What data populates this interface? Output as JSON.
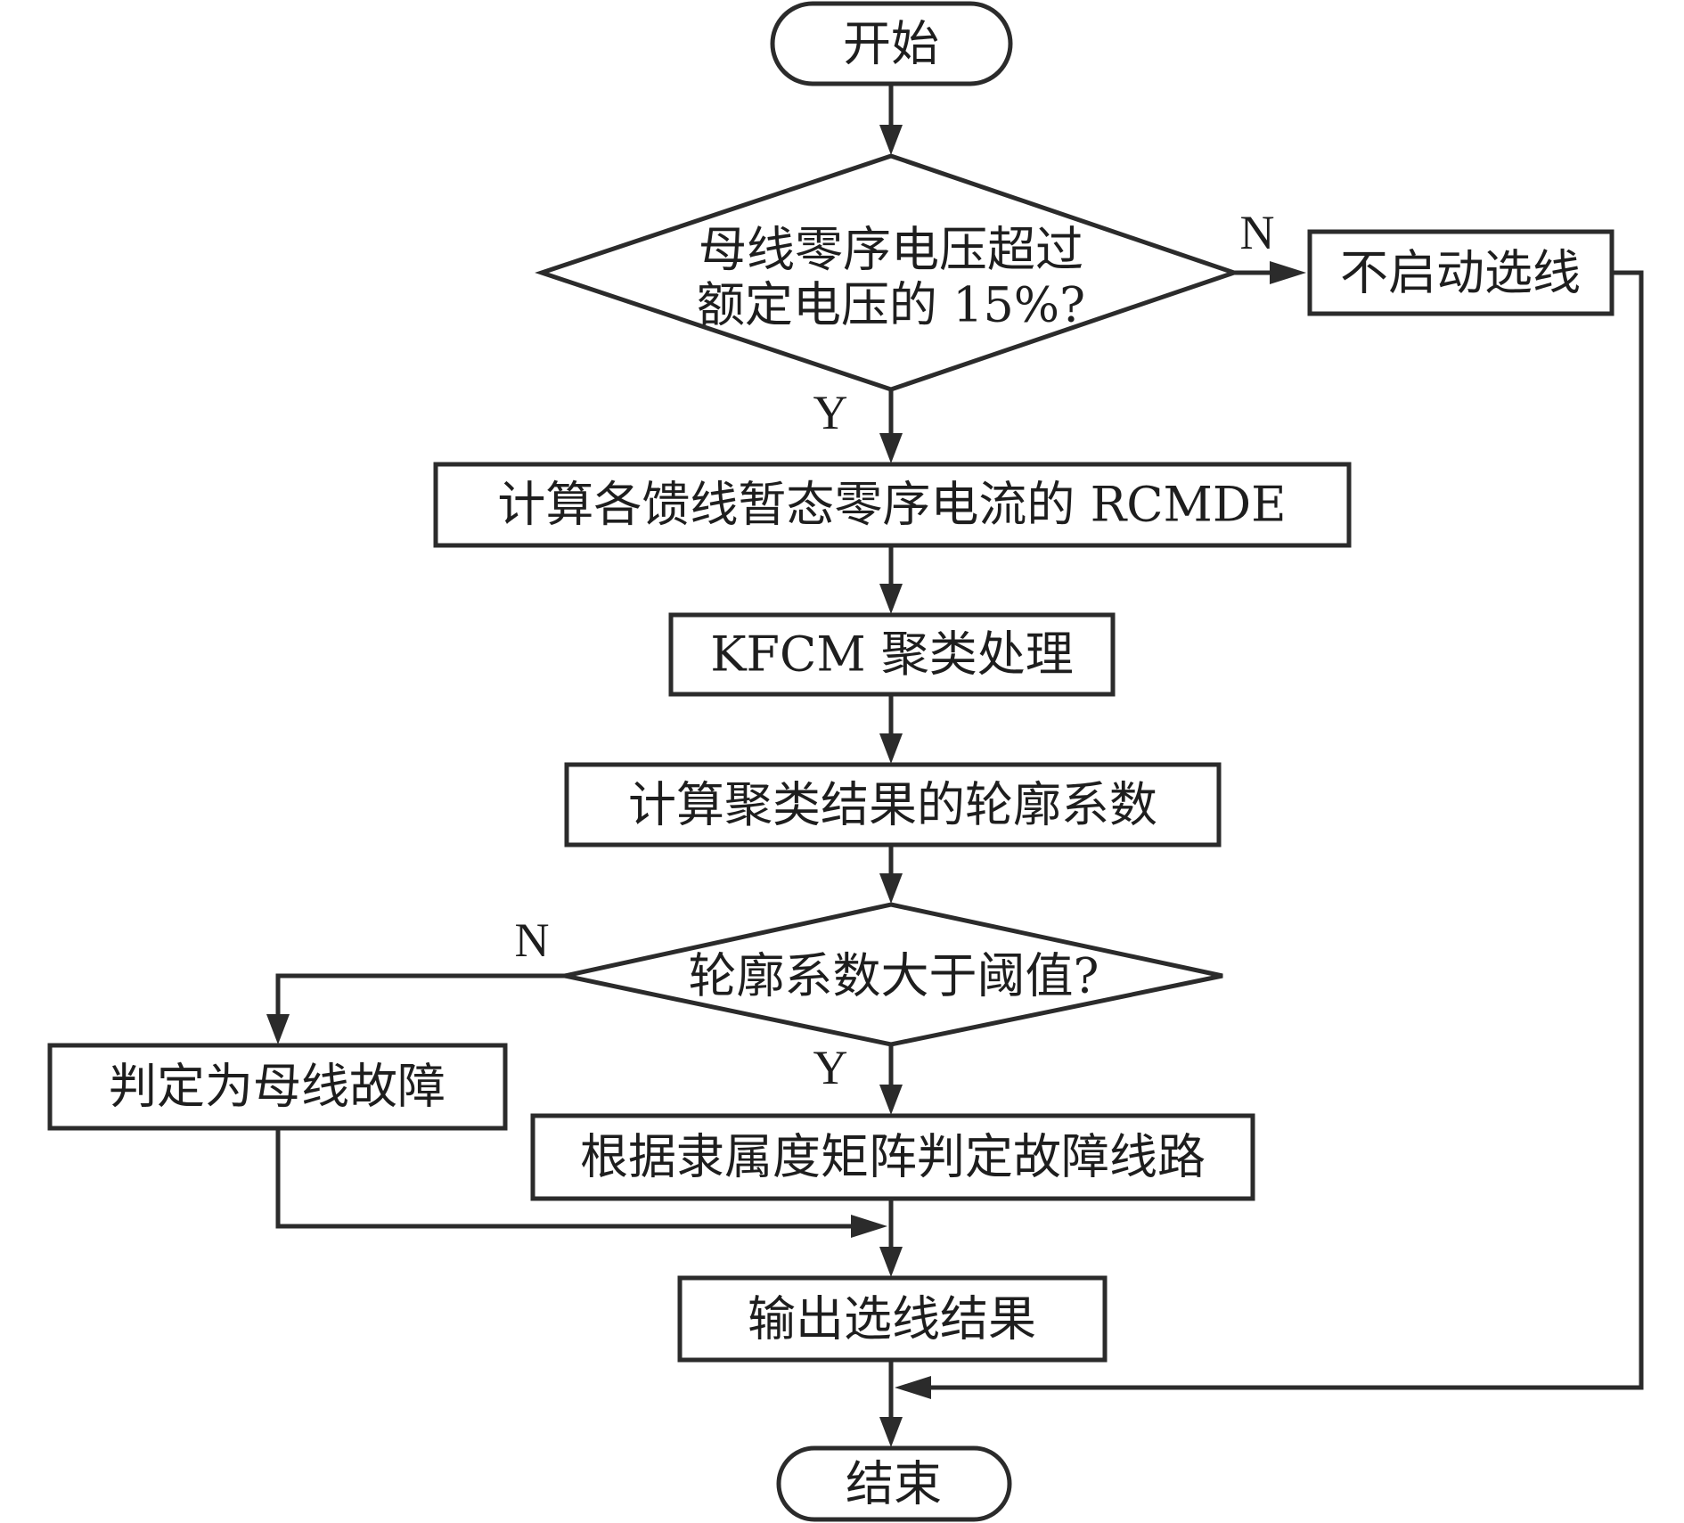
{
  "nodes": {
    "start": "开始",
    "check_voltage_line1": "母线零序电压超过",
    "check_voltage_line2": "额定电压的 15%?",
    "no_start": "不启动选线",
    "calc_rcmde": "计算各馈线暂态零序电流的 RCMDE",
    "kfcm": "KFCM 聚类处理",
    "silhouette": "计算聚类结果的轮廓系数",
    "check_threshold": "轮廓系数大于阈值?",
    "bus_fault": "判定为母线故障",
    "line_fault": "根据隶属度矩阵判定故障线路",
    "output": "输出选线结果",
    "end": "结束"
  },
  "edge_labels": {
    "voltage_no": "N",
    "voltage_yes": "Y",
    "threshold_no": "N",
    "threshold_yes": "Y"
  },
  "colors": {
    "stroke": "#2b2b2b",
    "text": "#1e1e1e",
    "background": "#ffffff"
  }
}
